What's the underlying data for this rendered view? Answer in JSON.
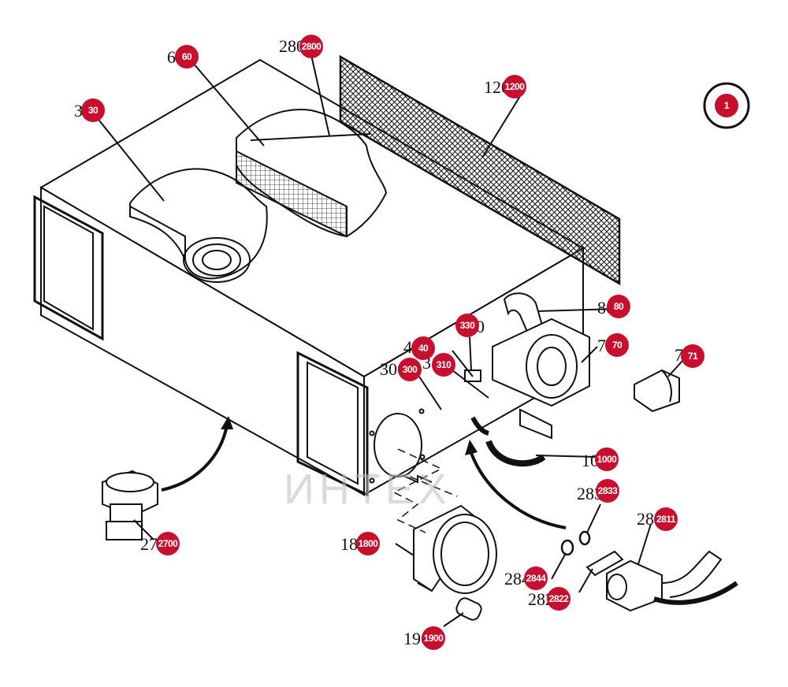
{
  "colors": {
    "badge": "#c8102e",
    "line": "#111111",
    "watermark": "#e8474f"
  },
  "watermark_text": "ИНТЕХ",
  "page_badge": "1",
  "callouts": [
    {
      "id": "60",
      "label": "60"
    },
    {
      "id": "2800",
      "label": "2800"
    },
    {
      "id": "30",
      "label": "30"
    },
    {
      "id": "1200",
      "label": "1200"
    },
    {
      "id": "80",
      "label": "80"
    },
    {
      "id": "330",
      "label": "330"
    },
    {
      "id": "70",
      "label": "70"
    },
    {
      "id": "40",
      "label": "40"
    },
    {
      "id": "310",
      "label": "310"
    },
    {
      "id": "300",
      "label": "300"
    },
    {
      "id": "71",
      "label": "71"
    },
    {
      "id": "1000",
      "label": "1000"
    },
    {
      "id": "2833",
      "label": "2833"
    },
    {
      "id": "2811",
      "label": "2811"
    },
    {
      "id": "2700",
      "label": "2700"
    },
    {
      "id": "1800",
      "label": "1800"
    },
    {
      "id": "2844",
      "label": "2844"
    },
    {
      "id": "2822",
      "label": "2822"
    },
    {
      "id": "1900",
      "label": "1900"
    }
  ]
}
